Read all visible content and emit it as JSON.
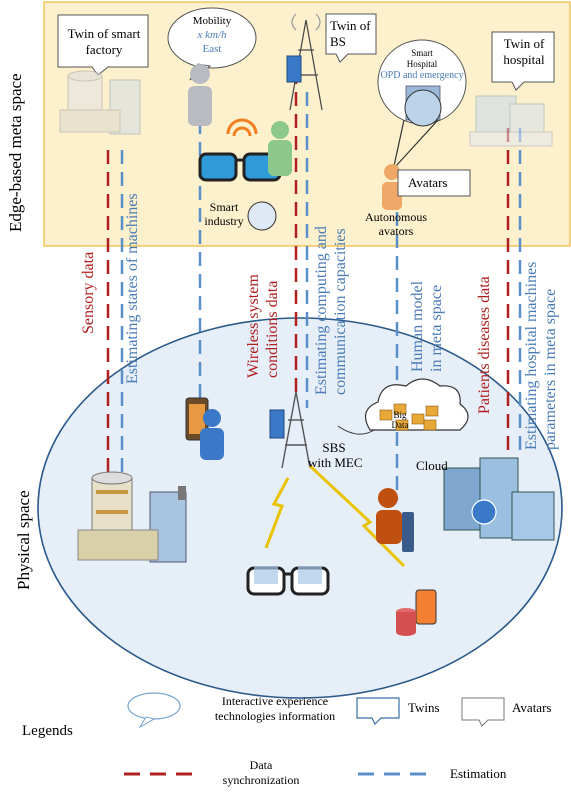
{
  "regions": {
    "edge_label": "Edge-based meta space",
    "physical_label": "Physical space"
  },
  "twins": {
    "factory": [
      "Twin of smart",
      "factory"
    ],
    "bs": [
      "Twin of",
      "BS"
    ],
    "hospital": [
      "Twin of",
      "hospital"
    ]
  },
  "bubbles": {
    "mobility": [
      "Mobility",
      "x km/h",
      "East"
    ],
    "smart_hospital": [
      "Smart",
      "Hospital",
      "OPD and emergency"
    ]
  },
  "edge_labels": {
    "smart_industry": [
      "Smart",
      "industry"
    ],
    "avatars_box": "Avatars",
    "autonomous": [
      "Autonomous",
      "avators"
    ]
  },
  "vertical_labels": {
    "sensory": "Sensory data",
    "states": "Estimating states of machines",
    "wireless": [
      "Wireless system",
      "conditions data"
    ],
    "computing": [
      "Estimating computing and",
      "communication capacities"
    ],
    "human": [
      "Human model",
      "in meta space"
    ],
    "patients": "Patients diseases data",
    "hospital_params": [
      "Estimating hospital machines",
      "parameters in meta space"
    ]
  },
  "physical_labels": {
    "sbs": [
      "SBS",
      "with MEC"
    ],
    "cloud": "Cloud",
    "big_data": [
      "Big",
      "Data"
    ]
  },
  "legend": {
    "title": "Legends",
    "interactive": [
      "Interactive experience",
      "technologies information"
    ],
    "twins": "Twins",
    "avatars": "Avatars",
    "data_sync": [
      "Data",
      "synchronization"
    ],
    "estimation": "Estimation"
  },
  "colors": {
    "edge_fill": "#fdf0cc",
    "edge_border": "#f2c55a",
    "physical_fill": "#e6eef8",
    "physical_border": "#2c5a8a",
    "sync_line": "#b02020",
    "estimate_line": "#5b8fc9",
    "blue_text": "#4a7bb5",
    "red_text": "#b02020"
  }
}
